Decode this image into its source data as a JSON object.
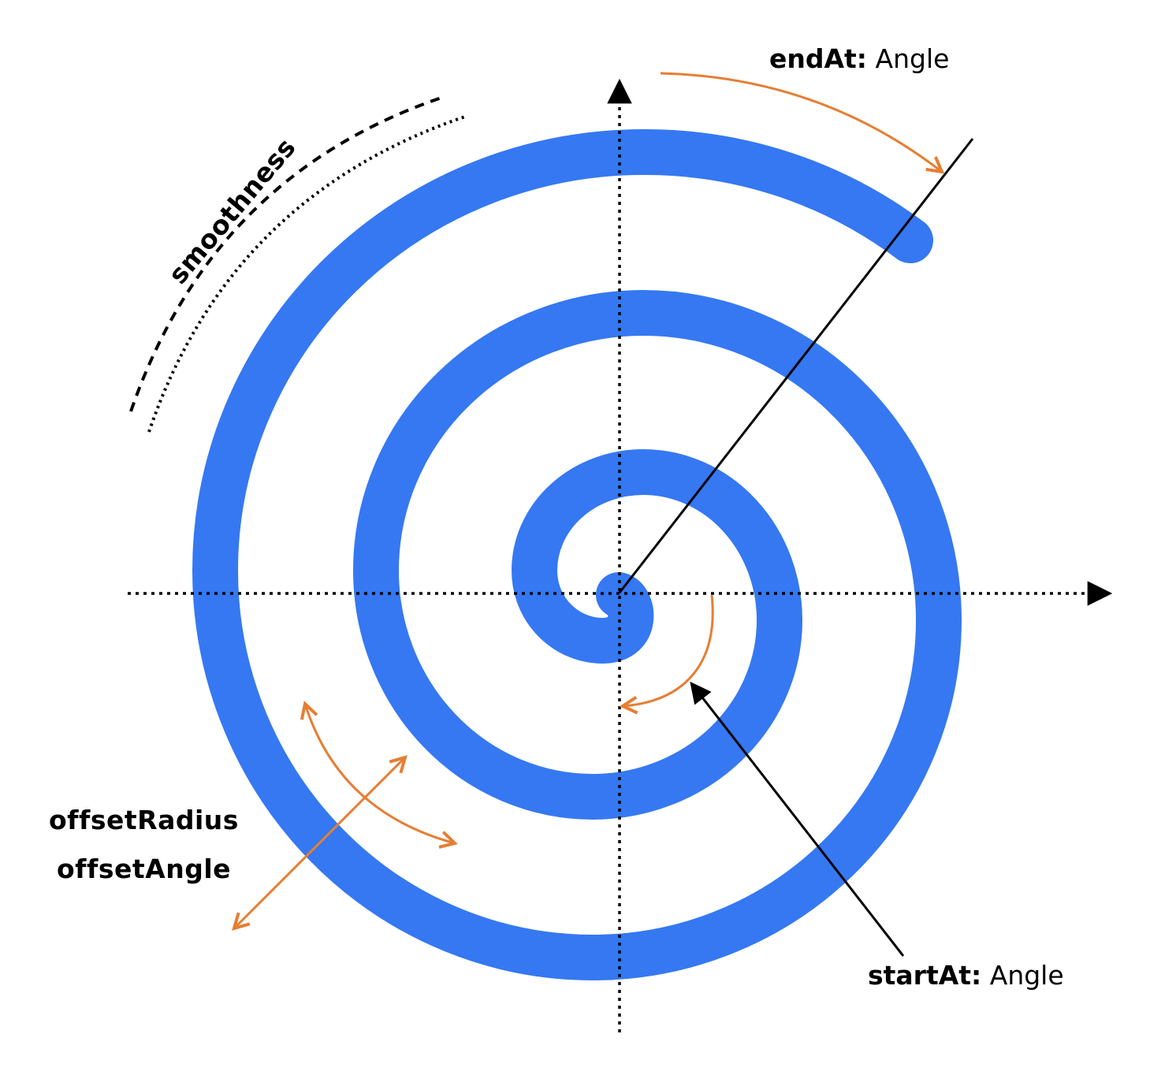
{
  "labels": {
    "end_at_key": "endAt:",
    "end_at_type": "Angle",
    "start_at_key": "startAt:",
    "start_at_type": "Angle",
    "smoothness": "smoothness",
    "offset_radius": "offsetRadius",
    "offset_angle": "offsetAngle"
  },
  "colors": {
    "spiral": "#3578F2",
    "annotation": "#E67E33",
    "axis": "#000000"
  }
}
